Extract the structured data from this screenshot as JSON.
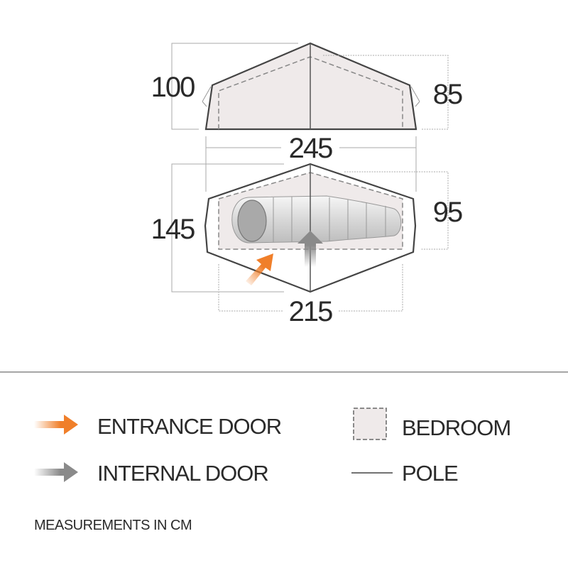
{
  "dimensions": {
    "height_total": "100",
    "height_bedroom": "85",
    "length_total": "245",
    "width_total": "145",
    "width_bedroom": "95",
    "length_bedroom": "215"
  },
  "legend": {
    "entrance_door": "ENTRANCE DOOR",
    "internal_door": "INTERNAL DOOR",
    "bedroom": "BEDROOM",
    "pole": "POLE"
  },
  "footer": "MEASUREMENTS IN CM",
  "colors": {
    "entrance": "#f07f2a",
    "internal": "#8a8a8a",
    "bedroom_fill": "#efeaea",
    "outline": "#444444"
  }
}
